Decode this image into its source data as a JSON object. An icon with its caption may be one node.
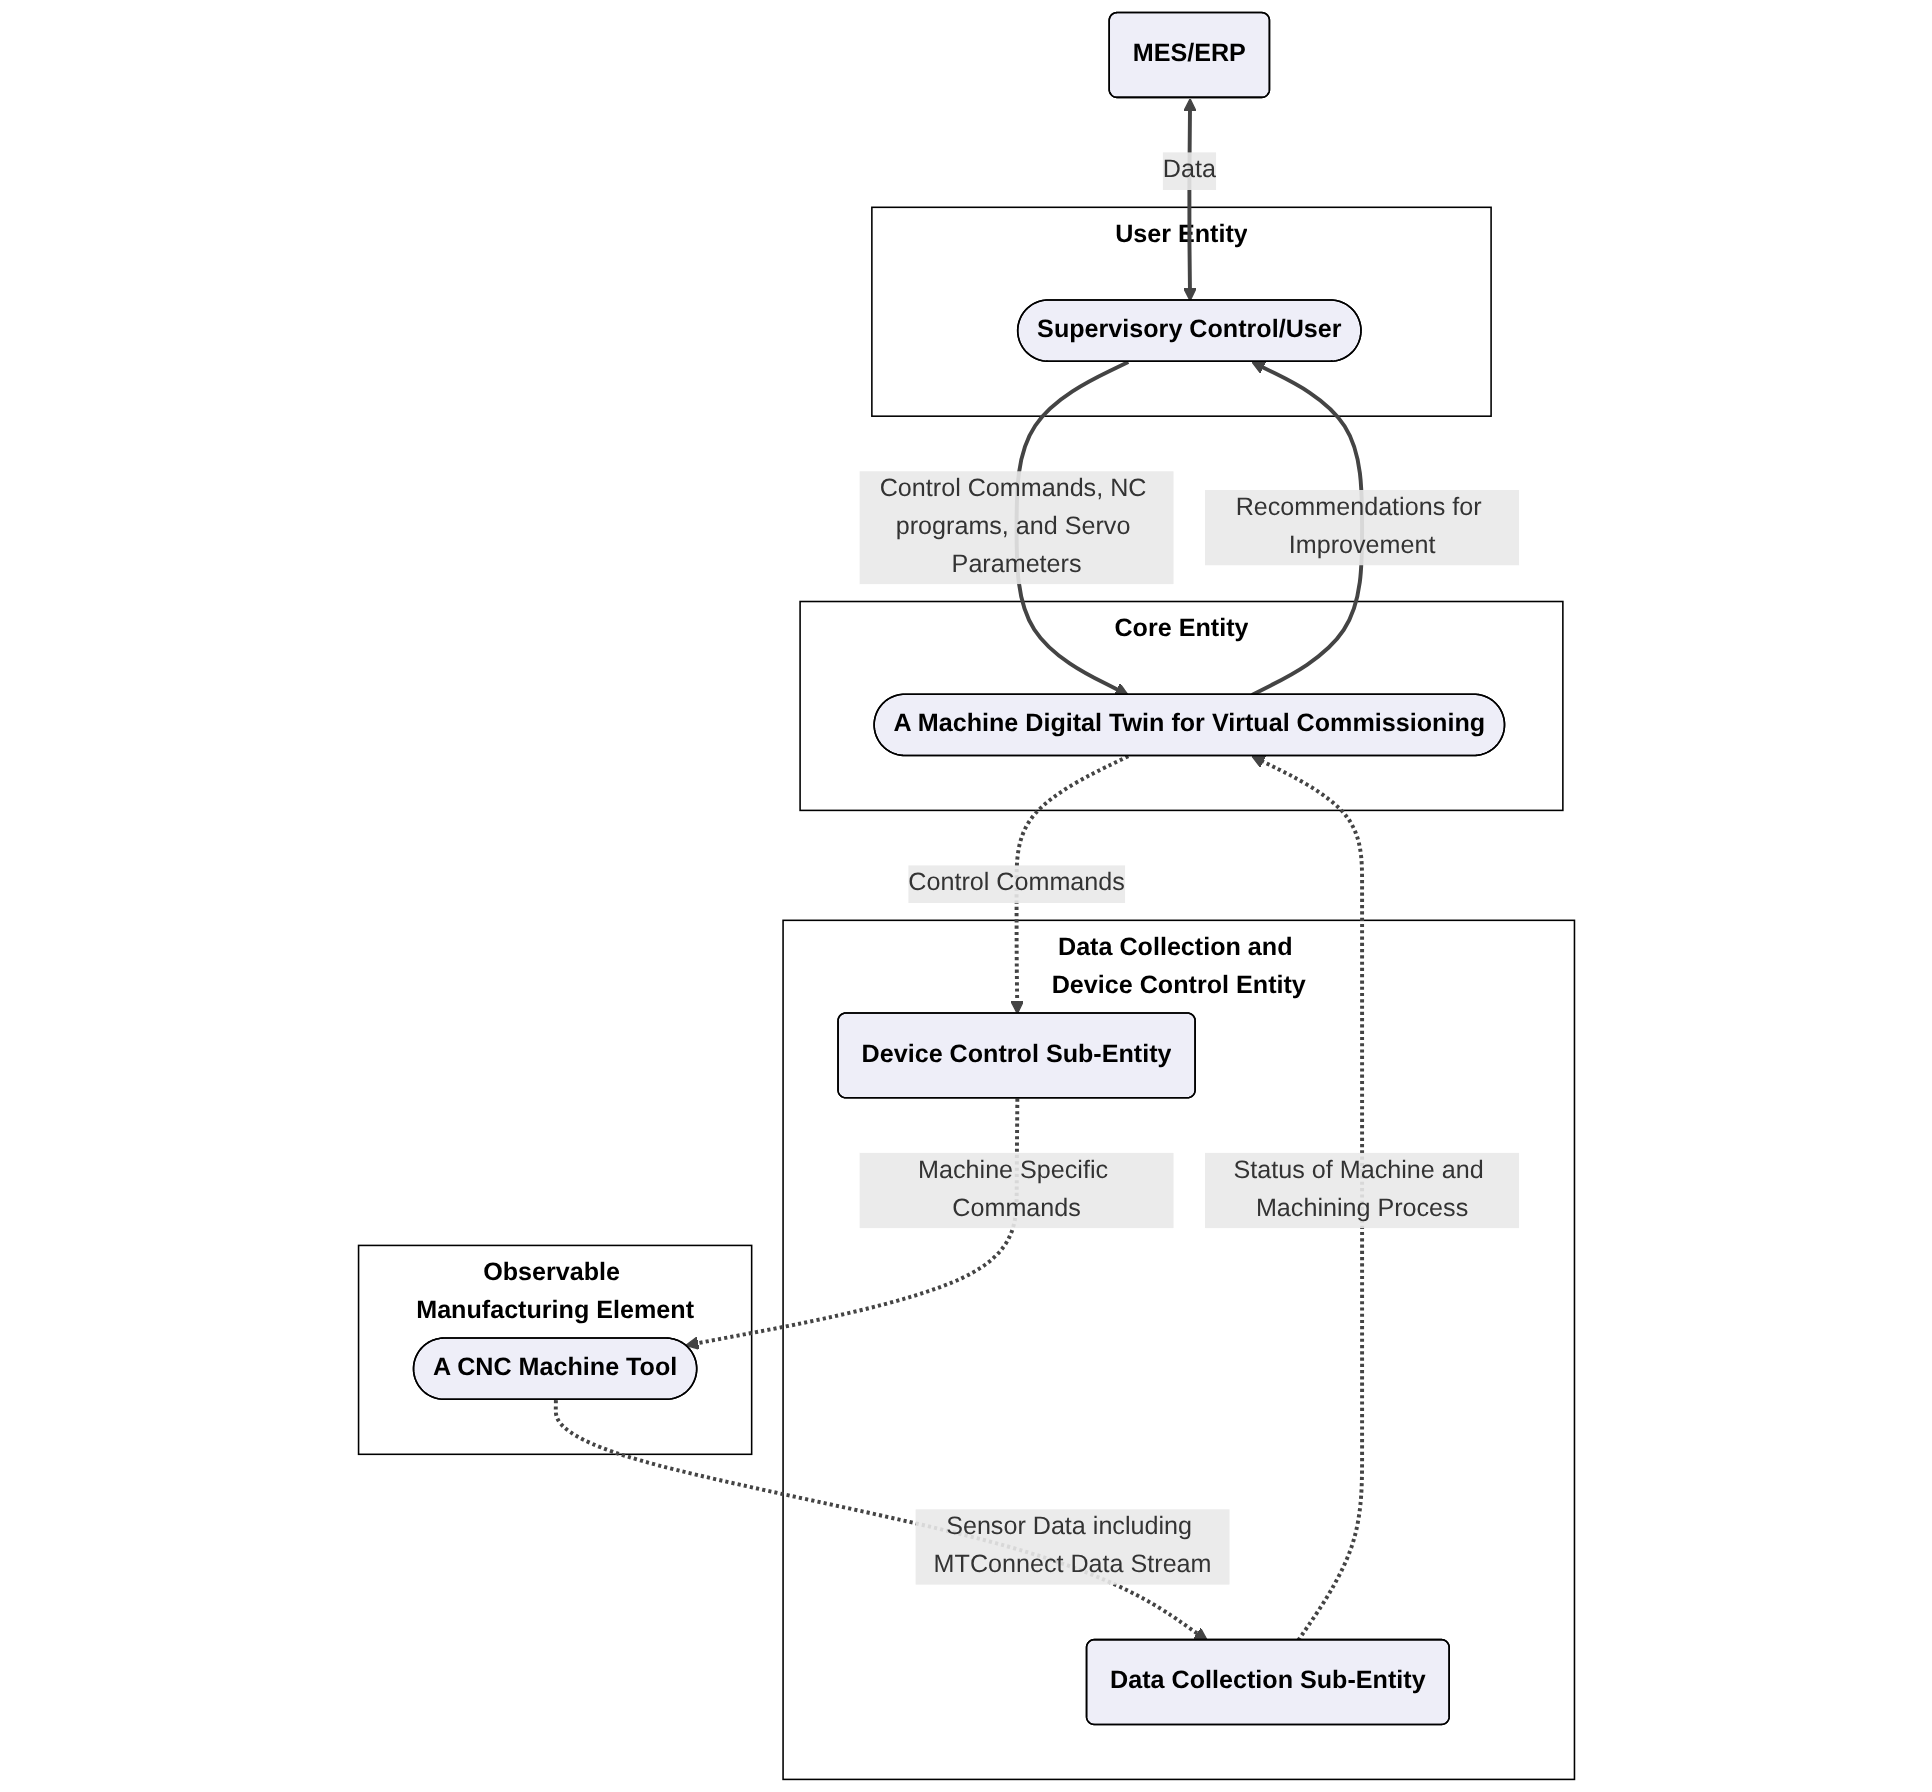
{
  "diagram": {
    "nodes": [
      {
        "text": [
          "User Entity"
        ]
      },
      {
        "text": [
          "Supervisory Control/User"
        ],
        "in": 0
      },
      {
        "text": [
          "MES/ERP"
        ]
      },
      {
        "text": [
          "Core Entity"
        ]
      },
      {
        "text": [
          "A Machine Digital Twin for Virtual Commissioning"
        ],
        "in": 3
      },
      {
        "text": [
          "Data Collection and Device Control Entity"
        ]
      },
      {
        "text": [
          "Device Control Sub-Entity"
        ],
        "in": 5
      },
      {
        "text": [
          "Data Collection Sub-Entity"
        ],
        "in": 5
      },
      {
        "text": [
          "Observable Manufacturing Element"
        ]
      },
      {
        "text": [
          "A CNC Machine Tool"
        ],
        "in": 8
      }
    ],
    "edges": [
      {
        "from": 2,
        "to": 1,
        "arrow": "both",
        "label": "Data"
      },
      {
        "from": 1,
        "to": 4,
        "arrow": "to",
        "label": "Control Commands, NC programs, and Servo Parameters"
      },
      {
        "from": 4,
        "to": 1,
        "arrow": "to",
        "label": "Recommendations for Improvement"
      },
      {
        "from": 4,
        "to": 6,
        "arrow": "to",
        "label": "Control Commands",
        "style": "dashed"
      },
      {
        "from": 7,
        "to": 4,
        "arrow": "to",
        "label": "Status of Machine and Machining Process",
        "style": "dashed"
      },
      {
        "from": 6,
        "to": 9,
        "arrow": "to",
        "label": "Machine Specific Commands",
        "style": "dashed"
      },
      {
        "from": 9,
        "to": 7,
        "arrow": "to",
        "label": "Sensor Data including MTConnect Data Stream",
        "style": "dashed"
      }
    ]
  }
}
